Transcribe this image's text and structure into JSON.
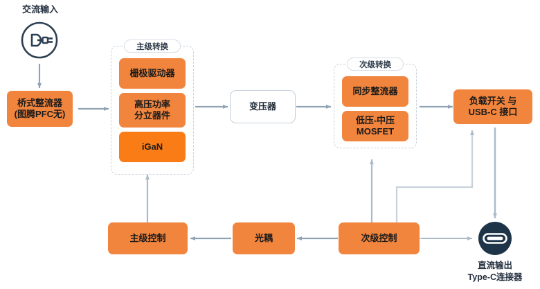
{
  "diagram": {
    "title_hidden": "",
    "colors": {
      "orange": "#F2853E",
      "orange_bright": "#FA7C17",
      "navy": "#1E3449",
      "wire": "#8fa3b5",
      "wire_light": "#c9d2da",
      "box_border": "#c3cfda"
    },
    "ac_input": {
      "label": "交流输入",
      "icon": "ac-power-plug-icon"
    },
    "bridge_rectifier": {
      "label": "桥式整流器\n(图腾PFC无)"
    },
    "primary_group": {
      "title": "主级转换",
      "blocks": [
        {
          "label": "栅极驱动器",
          "style": "normal"
        },
        {
          "label": "高压功率\n分立器件",
          "style": "normal"
        },
        {
          "label": "iGaN",
          "style": "bright"
        }
      ]
    },
    "transformer": {
      "label": "变压器"
    },
    "secondary_group": {
      "title": "次级转换",
      "blocks": [
        {
          "label": "同步整流器",
          "style": "normal"
        },
        {
          "label": "低压-中压\nMOSFET",
          "style": "normal"
        }
      ]
    },
    "load_switch": {
      "label": "负载开关 与\nUSB-C 接口"
    },
    "primary_control": {
      "label": "主级控制"
    },
    "optocoupler": {
      "label": "光耦"
    },
    "secondary_control": {
      "label": "次级控制"
    },
    "dc_output": {
      "icon": "usb-c-connector-icon",
      "caption": "直流输出\nType-C连接器"
    }
  }
}
